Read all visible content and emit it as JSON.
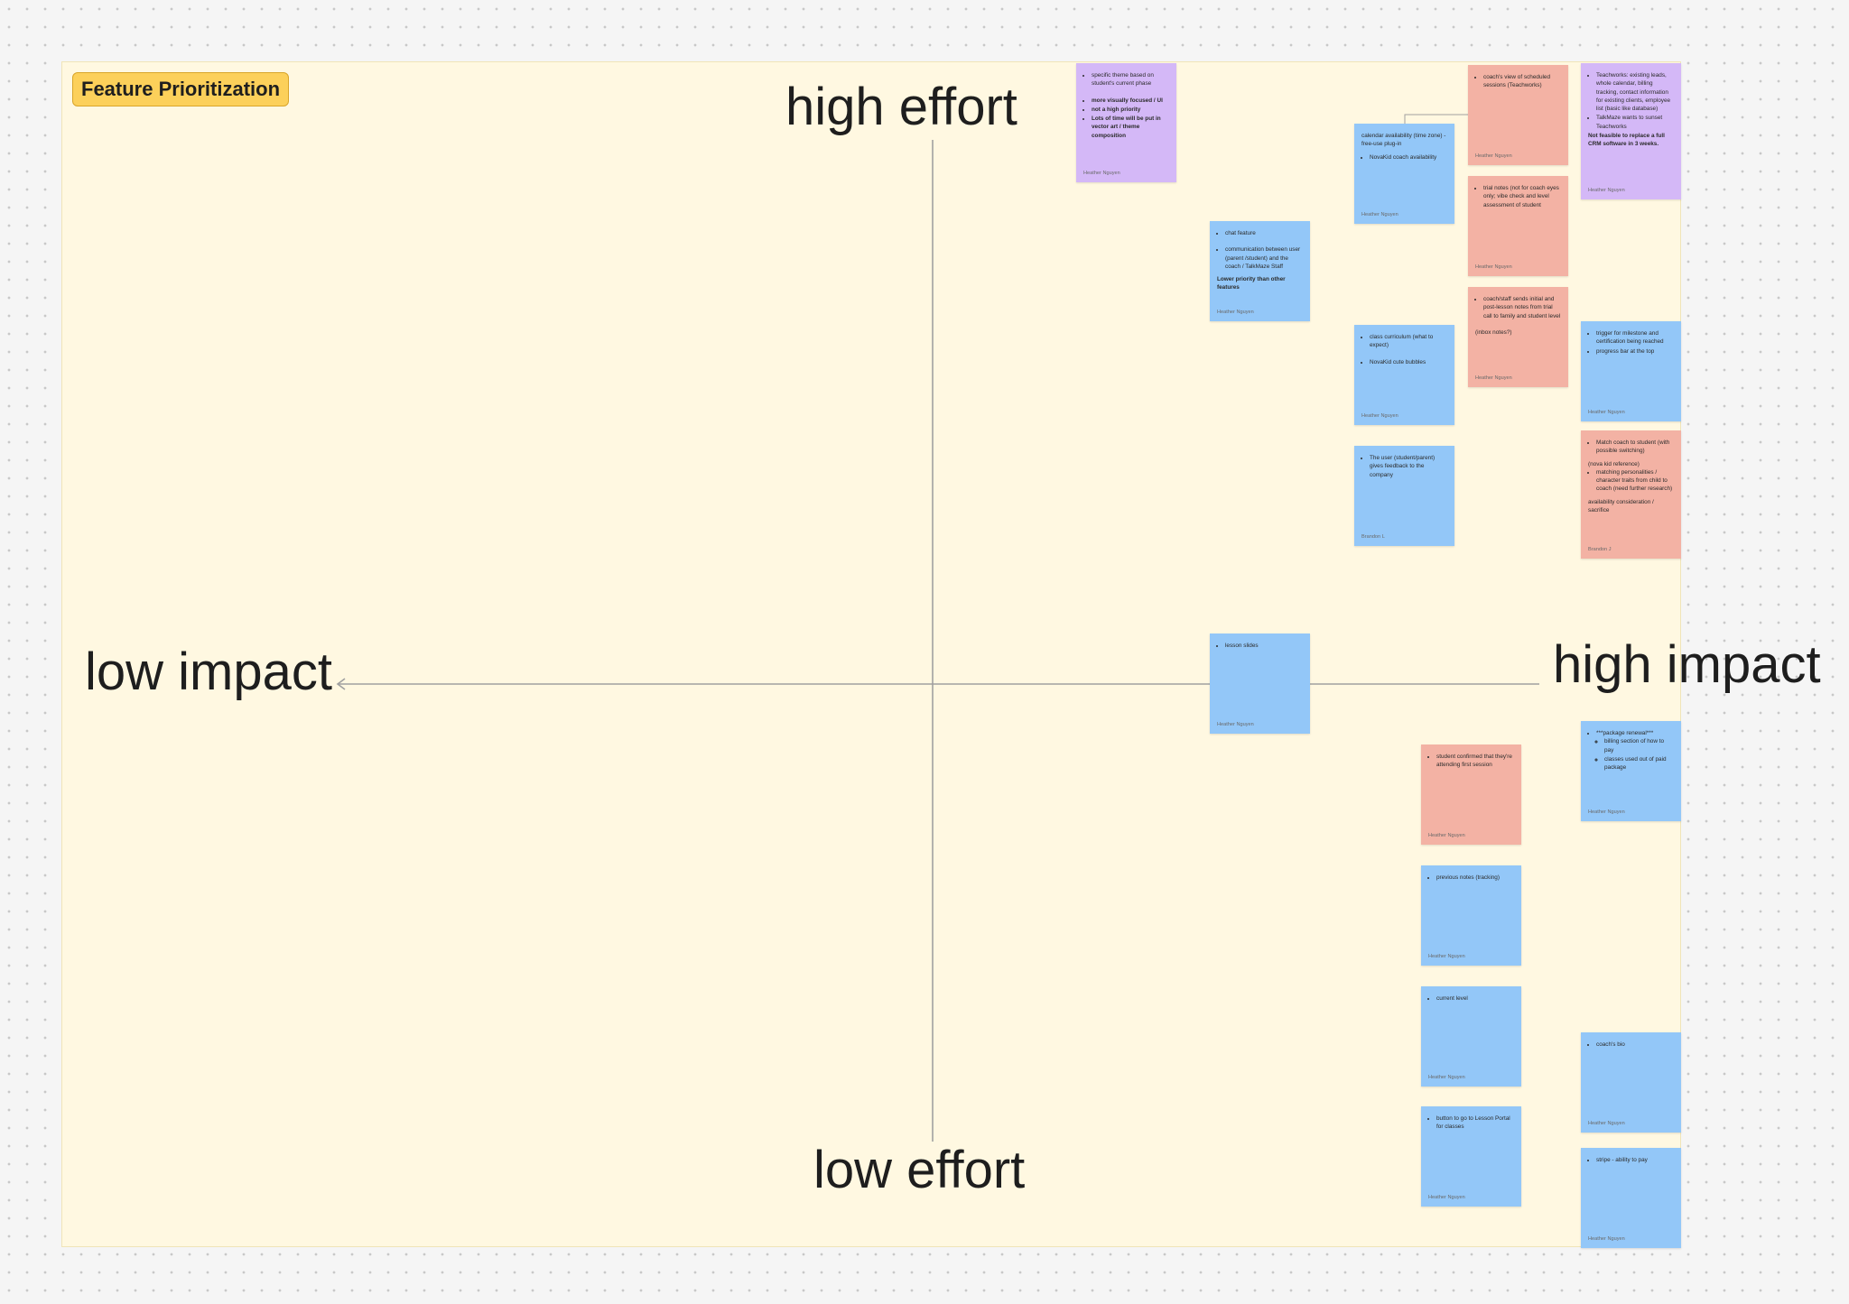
{
  "board": {
    "section_title": "Feature Prioritization",
    "axis_labels": {
      "top": "high effort",
      "bottom": "low effort",
      "left": "low impact",
      "right": "high impact"
    },
    "colors": {
      "section_bg": "#fff8e1",
      "label_bg": "#fcd05a",
      "blue_note": "#93c7f8",
      "red_note": "#f3b2a4",
      "purple_note": "#d4b8f7",
      "axis_line": "#a0a0a0"
    }
  },
  "notes": {
    "theme": {
      "b1": "specific theme based on student's current phase",
      "b2": "more visually focused / UI",
      "b3": "not a high priority",
      "b4": "Lots of time will be put in vector art / theme composition",
      "author": "Heather Nguyen"
    },
    "teachworks": {
      "b1": "Teachworks: existing leads, whole calendar, billing tracking, contact information for existing clients, employee list (basic like database)",
      "b2": "TalkMaze wants to sunset Teachworks",
      "p1": "Not feasible to replace a full CRM software in 3 weeks.",
      "author": "Heather Nguyen"
    },
    "coach_view": {
      "b1": "coach's view of scheduled sessions (Teachworks)",
      "author": "Heather Nguyen"
    },
    "calendar": {
      "p1": "calendar availability (time zone) - free-use plug-in",
      "b1": "NovaKid coach availability",
      "author": "Heather Nguyen"
    },
    "trial_notes": {
      "b1": "trial notes (not for coach eyes only; vibe check and level assessment of student",
      "author": "Heather Nguyen"
    },
    "chat": {
      "b1": "chat feature",
      "b2": "communication between user (parent /student) and the coach / TalkMaze Staff",
      "p1": "Lower priority than other features",
      "author": "Heather Nguyen"
    },
    "staff_notes": {
      "b1": "coach/staff sends initial and post-lesson notes from trial call to family and student level",
      "p1": "(inbox notes?)",
      "author": "Heather Nguyen"
    },
    "trigger": {
      "b1": "trigger for milestone and certification being reached",
      "b2": "progress bar at the top",
      "author": "Heather Nguyen"
    },
    "curriculum": {
      "b1": "class curriculum (what to expect)",
      "b2": "NovaKid cute bubbles",
      "author": "Heather Nguyen"
    },
    "match": {
      "b1": "Match coach to student (with possible switching)",
      "p1": "(nova kid reference)",
      "b2": "matching personalities / character traits from child to coach (need further research)",
      "p2": "availability consideration / sacrifice",
      "author": "Brandon J"
    },
    "feedback": {
      "b1": "The user (student/parent) gives feedback to the company",
      "author": "Brandon L"
    },
    "lesson_slides": {
      "b1": "lesson slides",
      "author": "Heather Nguyen"
    },
    "package": {
      "b1": "***package renewal***",
      "s1": "billing section of how to pay",
      "s2": "classes used out of paid package",
      "author": "Heather Nguyen"
    },
    "confirmed": {
      "b1": "student confirmed that they're attending first session",
      "author": "Heather Nguyen"
    },
    "previous_notes": {
      "b1": "previous notes (tracking)",
      "author": "Heather Nguyen"
    },
    "current_level": {
      "b1": "current level",
      "author": "Heather Nguyen"
    },
    "coach_bio": {
      "b1": "coach's bio",
      "author": "Heather Nguyen"
    },
    "lesson_portal": {
      "b1": "button to go to Lesson Portal for classes",
      "author": "Heather Nguyen"
    },
    "stripe": {
      "b1": "stripe - ability to pay",
      "author": "Heather Nguyen"
    }
  }
}
